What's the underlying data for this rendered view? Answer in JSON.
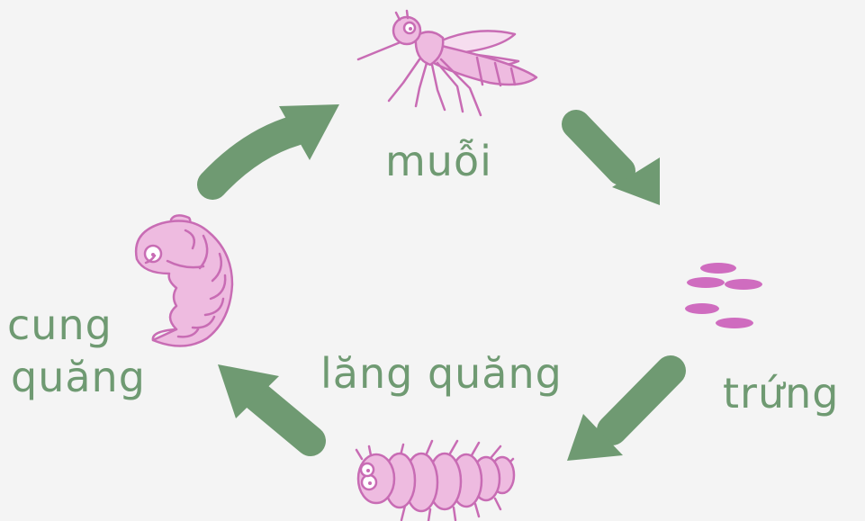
{
  "stages": {
    "adult": {
      "label": "muỗi",
      "icon": "mosquito-icon"
    },
    "egg": {
      "label": "trứng",
      "icon": "eggs-icon"
    },
    "larva": {
      "label": "lăng quăng",
      "icon": "larva-icon"
    },
    "pupa": {
      "label_line1": "cung",
      "label_line2": "quăng",
      "icon": "pupa-icon"
    }
  },
  "colors": {
    "background": "#f4f4f4",
    "arrow": "#6f9a72",
    "label": "#6f9a72",
    "insect_fill": "#eebbe0",
    "insect_stroke": "#c86cb4",
    "egg": "#cf6cbf"
  }
}
